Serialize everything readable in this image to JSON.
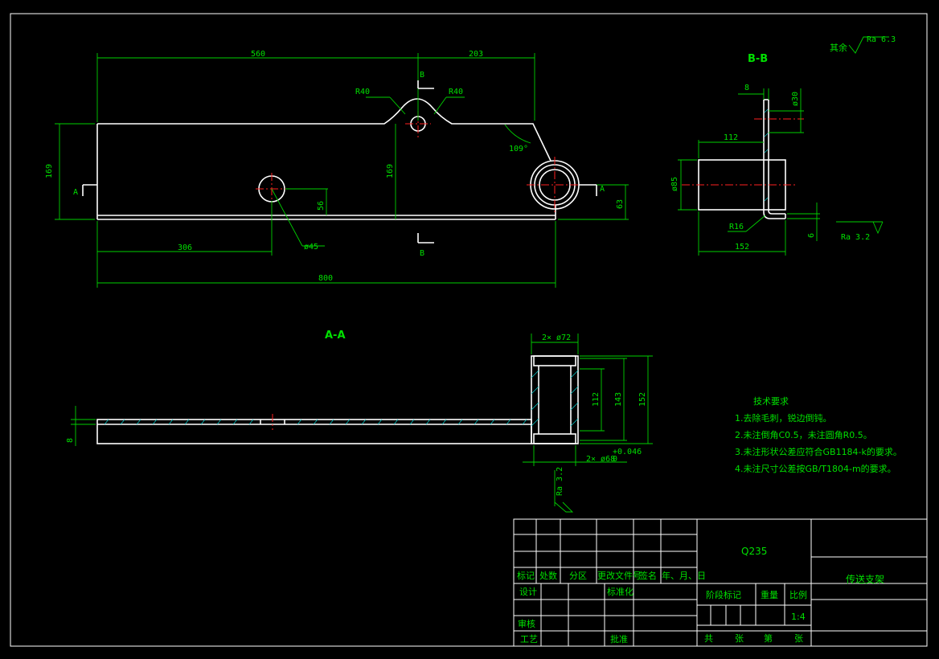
{
  "colors": {
    "background": "#000000",
    "outline": "#ffffff",
    "dimension": "#00e000",
    "centerline": "#ff2020",
    "hatch": "#00c8c8"
  },
  "views": {
    "front": {
      "dims": {
        "d560": "560",
        "d203": "203",
        "d169a": "169",
        "d169b": "169",
        "r40a": "R40",
        "r40b": "R40",
        "ang": "109°",
        "d56": "56",
        "d63": "63",
        "d306": "306",
        "d800": "800",
        "dia45": "ø45"
      },
      "marks": {
        "a_left": "A",
        "a_right": "A",
        "b_top": "B",
        "b_bottom": "B"
      }
    },
    "bb": {
      "title": "B-B",
      "dims": {
        "d8": "8",
        "dia30": "ø30",
        "d112": "112",
        "dia85": "ø85",
        "r16": "R16",
        "d152": "152",
        "d6": "6"
      },
      "ra": "Ra 3.2"
    },
    "aa": {
      "title": "A-A",
      "dims": {
        "dia72": "2× ø72",
        "d112": "112",
        "d143": "143",
        "d152": "152",
        "d8": "8",
        "dia68": "2× ø68",
        "tol": "+0.046",
        "tol0": "0"
      },
      "ra": "Ra 3.2"
    }
  },
  "rough": {
    "label": "其余",
    "ra": "Ra 6.3"
  },
  "tech": {
    "title": "技术要求",
    "lines": [
      "1.去除毛刺，锐边倒钝。",
      "2.未注倒角C0.5，未注圆角R0.5。",
      "3.未注形状公差应符合GB1184-k的要求。",
      "4.未注尺寸公差按GB/T1804-m的要求。"
    ]
  },
  "titleblock": {
    "material": "Q235",
    "name": "传送支架",
    "hdr": [
      "标记",
      "处数",
      "分区",
      "更改文件号",
      "签名",
      "年、月、日"
    ],
    "design": "设计",
    "std": "标准化",
    "review": "审核",
    "process": "工艺",
    "approve": "批准",
    "stage": "阶段标记",
    "weight": "重量",
    "scale": "比例",
    "scale_val": "1:4",
    "total": "共",
    "sheets1": "张",
    "page": "第",
    "sheets2": "张"
  }
}
